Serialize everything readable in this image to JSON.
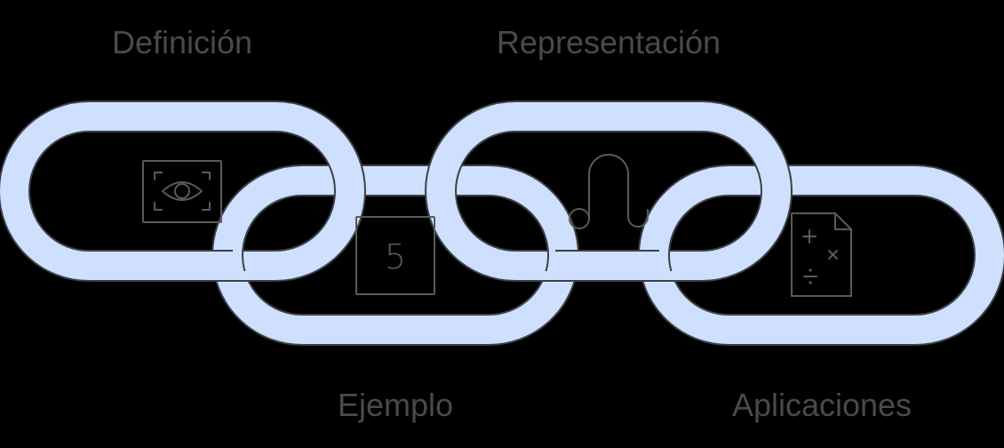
{
  "diagram": {
    "links": [
      {
        "id": "definicion",
        "label": "Definición",
        "icon": "eye-scan-icon"
      },
      {
        "id": "ejemplo",
        "label": "Ejemplo",
        "icon": "number-box-icon",
        "icon_text": "5"
      },
      {
        "id": "representacion",
        "label": "Representación",
        "icon": "curve-graph-icon"
      },
      {
        "id": "aplicaciones",
        "label": "Aplicaciones",
        "icon": "math-document-icon"
      }
    ],
    "colors": {
      "background": "#000000",
      "link_fill": "#cfe0ff",
      "link_stroke": "#3c4048",
      "label_text": "#4a4a4a",
      "icon_stroke": "#5a5a5a"
    }
  }
}
